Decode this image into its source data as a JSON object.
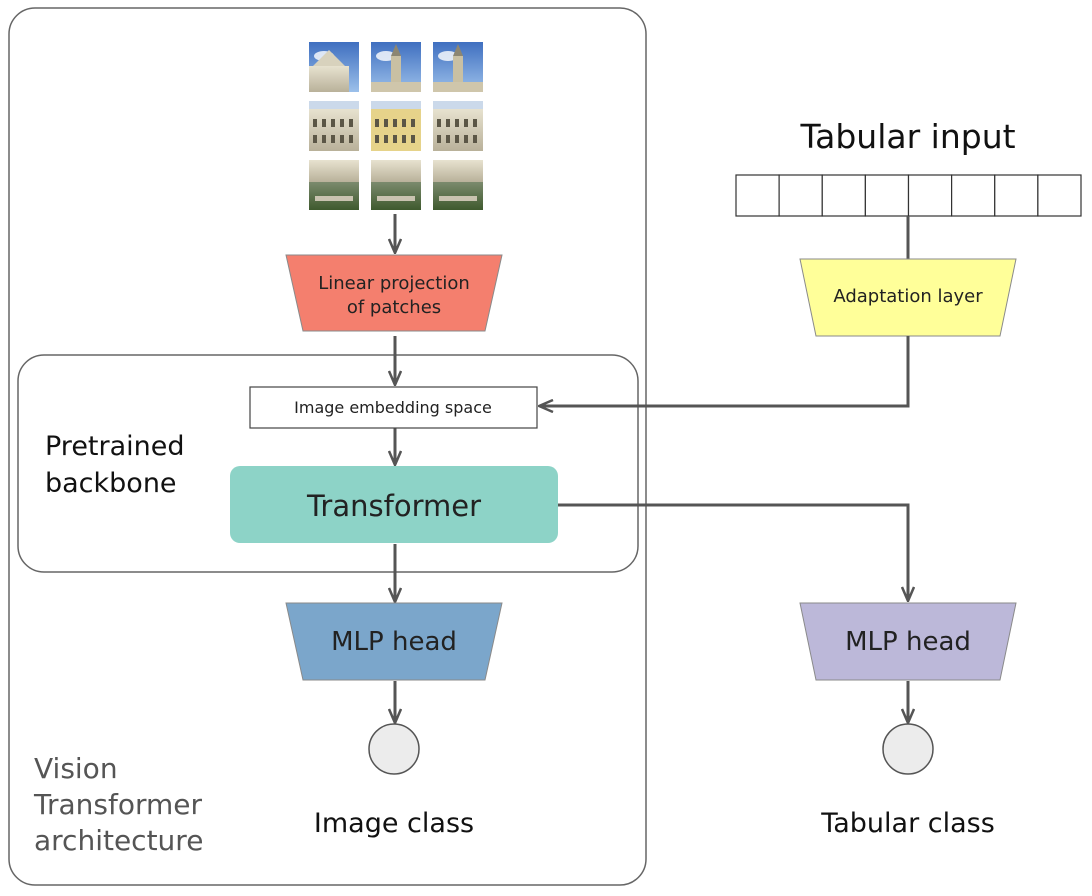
{
  "vit_caption": [
    "Vision",
    "Transformer",
    "architecture"
  ],
  "backbone_caption": [
    "Pretrained",
    "backbone"
  ],
  "linear_projection": [
    "Linear projection",
    "of patches"
  ],
  "image_embedding": "Image embedding space",
  "transformer": "Transformer",
  "mlp_head_image": "MLP head",
  "mlp_head_tabular": "MLP head",
  "image_class": "Image class",
  "tabular_class": "Tabular class",
  "tabular_input": "Tabular input",
  "adaptation_layer": "Adaptation layer",
  "tabular_input_cells": 8,
  "image_patch_grid": {
    "rows": 3,
    "cols": 3
  },
  "colors": {
    "linear_projection": "#f47f6e",
    "adaptation_layer": "#ffff99",
    "transformer": "#8dd3c7",
    "mlp_head_image": "#7ba6cb",
    "mlp_head_tabular": "#bcb8d9",
    "class_node": "#ececec",
    "arrow": "#555555",
    "frame": "#666666",
    "muted_text": "#555555"
  },
  "icons": [
    "image-patch-icon",
    "arrow-down-icon",
    "arrow-left-icon",
    "class-node-icon"
  ]
}
